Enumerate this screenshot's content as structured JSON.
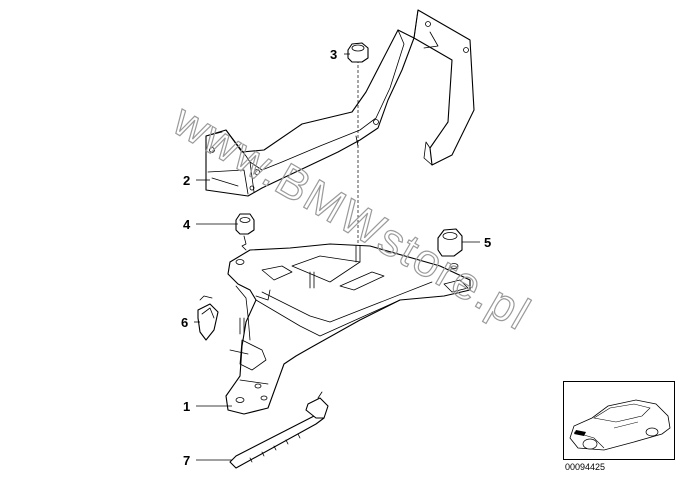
{
  "watermark": "www.BMWstore.pl",
  "callouts": [
    {
      "id": "1",
      "label": "1"
    },
    {
      "id": "2",
      "label": "2"
    },
    {
      "id": "3",
      "label": "3"
    },
    {
      "id": "4",
      "label": "4"
    },
    {
      "id": "5",
      "label": "5"
    },
    {
      "id": "6",
      "label": "6"
    },
    {
      "id": "7",
      "label": "7"
    }
  ],
  "reference_number": "00094425"
}
